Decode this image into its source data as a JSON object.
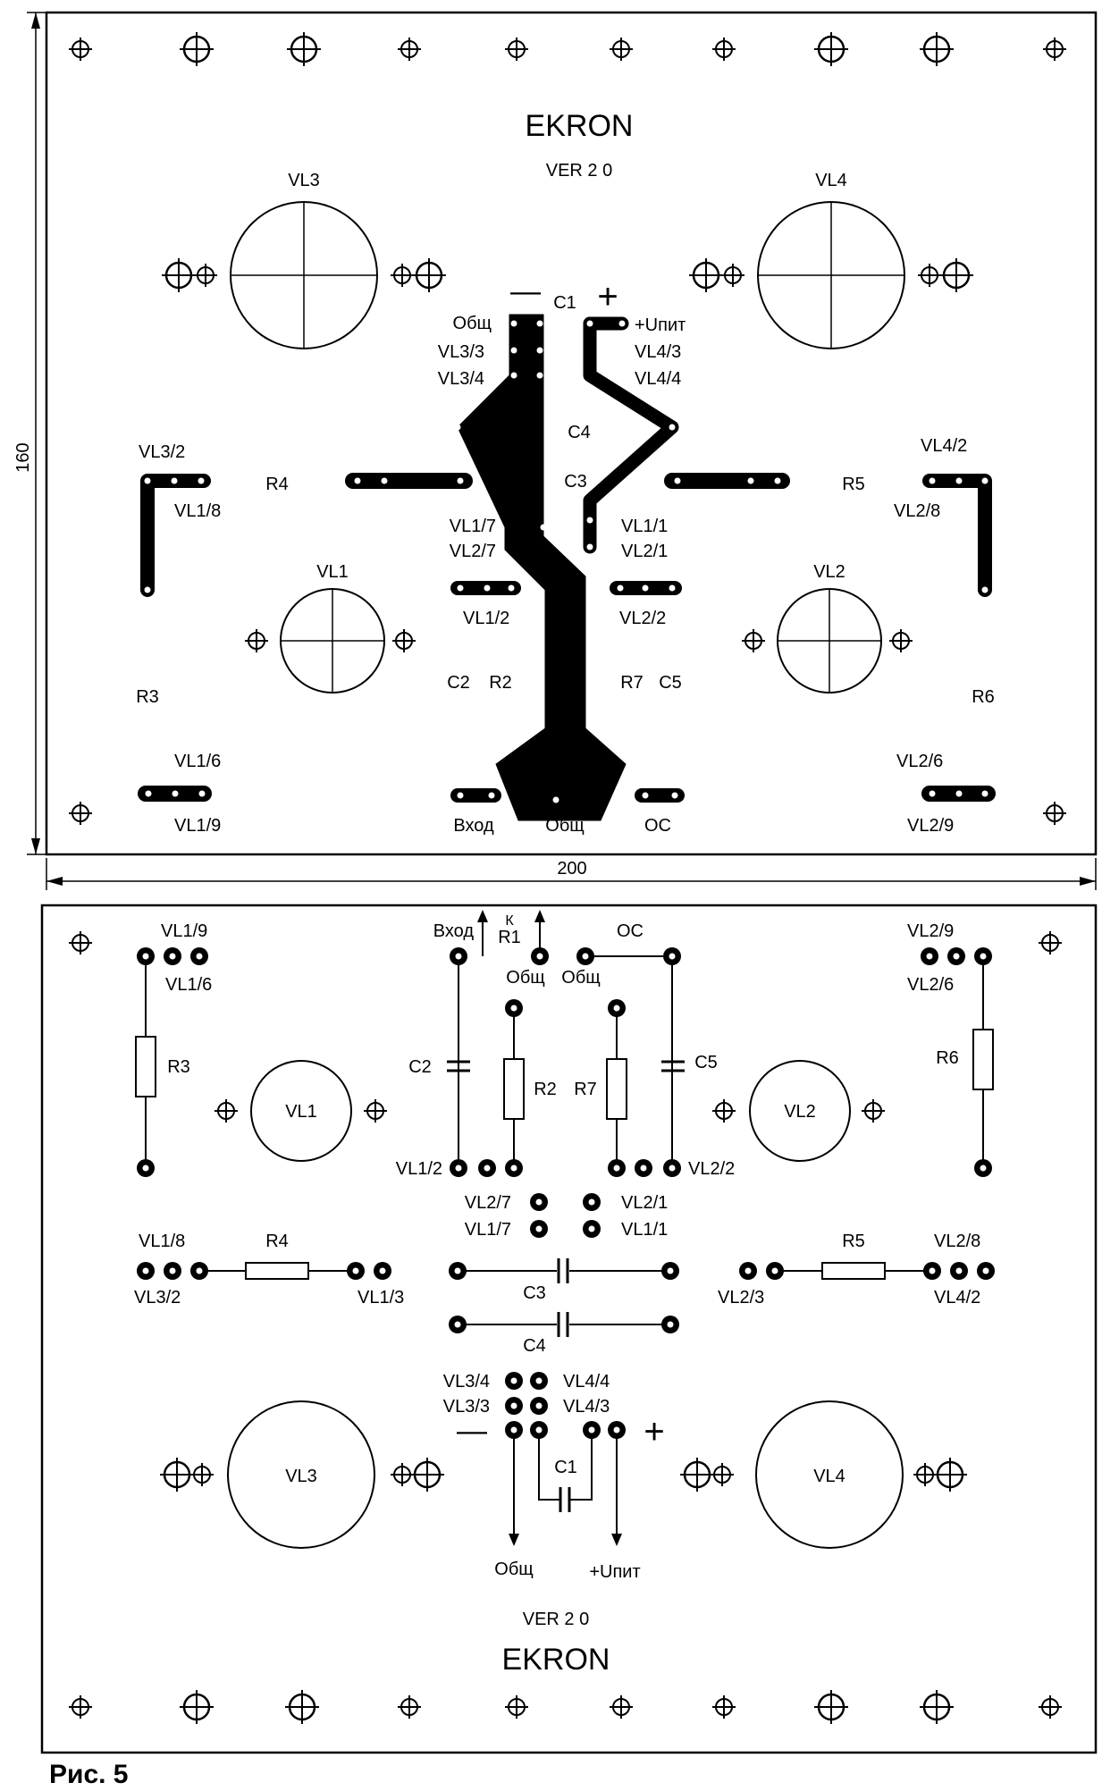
{
  "colors": {
    "ink": "#000000",
    "paper": "#ffffff"
  },
  "copper_side": {
    "brand": "EKRON",
    "version": "VER 2 0",
    "dim_width": "200",
    "dim_height": "160",
    "labels": {
      "vl3": "VL3",
      "vl4": "VL4",
      "vl1": "VL1",
      "vl2": "VL2",
      "c1": "C1",
      "minus": "—",
      "plus": "+",
      "obsch_top": "Общ",
      "upit": "+Uпит",
      "vl3_3": "VL3/3",
      "vl3_4": "VL3/4",
      "vl4_3": "VL4/3",
      "vl4_4": "VL4/4",
      "c4": "C4",
      "c3": "C3",
      "r4": "R4",
      "r5": "R5",
      "vl3_2": "VL3/2",
      "vl1_8": "VL1/8",
      "vl4_2": "VL4/2",
      "vl2_8": "VL2/8",
      "vl1_7": "VL1/7",
      "vl2_7": "VL2/7",
      "vl1_1": "VL1/1",
      "vl2_1": "VL2/1",
      "vl1_2": "VL1/2",
      "vl2_2": "VL2/2",
      "r3": "R3",
      "r6": "R6",
      "c2": "C2",
      "r2": "R2",
      "r7": "R7",
      "c5": "C5",
      "vl1_6": "VL1/6",
      "vl1_9": "VL1/9",
      "vl2_6": "VL2/6",
      "vl2_9": "VL2/9",
      "vhod": "Вход",
      "obsch_bottom": "Общ",
      "oc": "OC"
    }
  },
  "component_side": {
    "brand": "EKRON",
    "version": "VER 2 0",
    "labels": {
      "vl1_9": "VL1/9",
      "vl1_6": "VL1/6",
      "vl2_9": "VL2/9",
      "vl2_6": "VL2/6",
      "vhod": "Вход",
      "k": "К",
      "r1": "R1",
      "oc": "OC",
      "obsch_a": "Общ",
      "obsch_b": "Общ",
      "r3": "R3",
      "c2": "C2",
      "r2": "R2",
      "r7": "R7",
      "c5": "C5",
      "r6": "R6",
      "vl1": "VL1",
      "vl2": "VL2",
      "vl1_2": "VL1/2",
      "vl2_2": "VL2/2",
      "vl2_7": "VL2/7",
      "vl1_7": "VL1/7",
      "vl2_1": "VL2/1",
      "vl1_1": "VL1/1",
      "vl1_8": "VL1/8",
      "vl3_2": "VL3/2",
      "r4": "R4",
      "vl1_3": "VL1/3",
      "c3": "C3",
      "c4": "C4",
      "vl2_3": "VL2/3",
      "r5": "R5",
      "vl2_8": "VL2/8",
      "vl4_2": "VL4/2",
      "vl3_4": "VL3/4",
      "vl3_3": "VL3/3",
      "vl4_4": "VL4/4",
      "vl4_3": "VL4/3",
      "minus": "—",
      "plus": "+",
      "c1": "C1",
      "vl3": "VL3",
      "vl4": "VL4",
      "obsch_out": "Общ",
      "upit": "+Uпит"
    }
  },
  "caption": "Рис. 5"
}
